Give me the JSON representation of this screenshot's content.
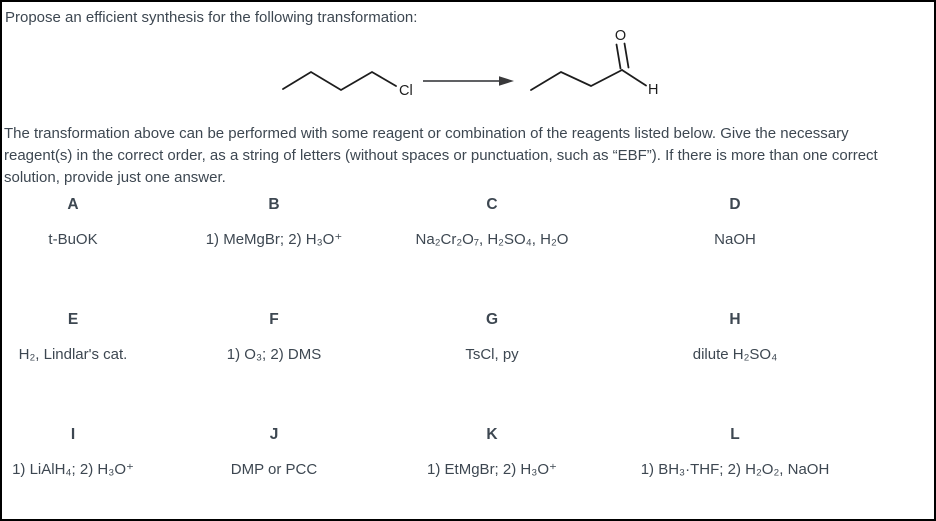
{
  "question": {
    "prompt": "Propose an efficient synthesis for the following transformation:",
    "instructions_lines": [
      "The transformation above can be performed with some reagent or combination of the reagents listed below. Give the necessary",
      "reagent(s) in the correct order, as a string of letters (without spaces or punctuation, such as “EBF”). If there is more than one correct",
      "solution, provide just one answer."
    ]
  },
  "scheme": {
    "reactant": "1-chlorobutane skeletal structure",
    "reactant_substituent_label": "Cl",
    "arrow": "reaction arrow pointing right",
    "product": "butanal skeletal structure",
    "product_oxygen_label": "O",
    "product_hydrogen_label": "H"
  },
  "options": [
    {
      "letter": "A",
      "reagent": "t-BuOK"
    },
    {
      "letter": "B",
      "reagent": "1) MeMgBr; 2) H₃O⁺"
    },
    {
      "letter": "C",
      "reagent": "Na₂Cr₂O₇, H₂SO₄, H₂O"
    },
    {
      "letter": "D",
      "reagent": "NaOH"
    },
    {
      "letter": "E",
      "reagent": "H₂, Lindlar's cat."
    },
    {
      "letter": "F",
      "reagent": "1) O₃; 2) DMS"
    },
    {
      "letter": "G",
      "reagent": "TsCl, py"
    },
    {
      "letter": "H",
      "reagent": "dilute H₂SO₄"
    },
    {
      "letter": "I",
      "reagent": "1) LiAlH₄; 2) H₃O⁺"
    },
    {
      "letter": "J",
      "reagent": "DMP or PCC"
    },
    {
      "letter": "K",
      "reagent": "1) EtMgBr; 2) H₃O⁺"
    },
    {
      "letter": "L",
      "reagent": "1) BH₃·THF; 2) H₂O₂, NaOH"
    }
  ],
  "colors": {
    "text": "#3d4751",
    "structure": "#1d1d1d",
    "arrow": "#606164",
    "border": "#000000",
    "background": "#ffffff"
  }
}
